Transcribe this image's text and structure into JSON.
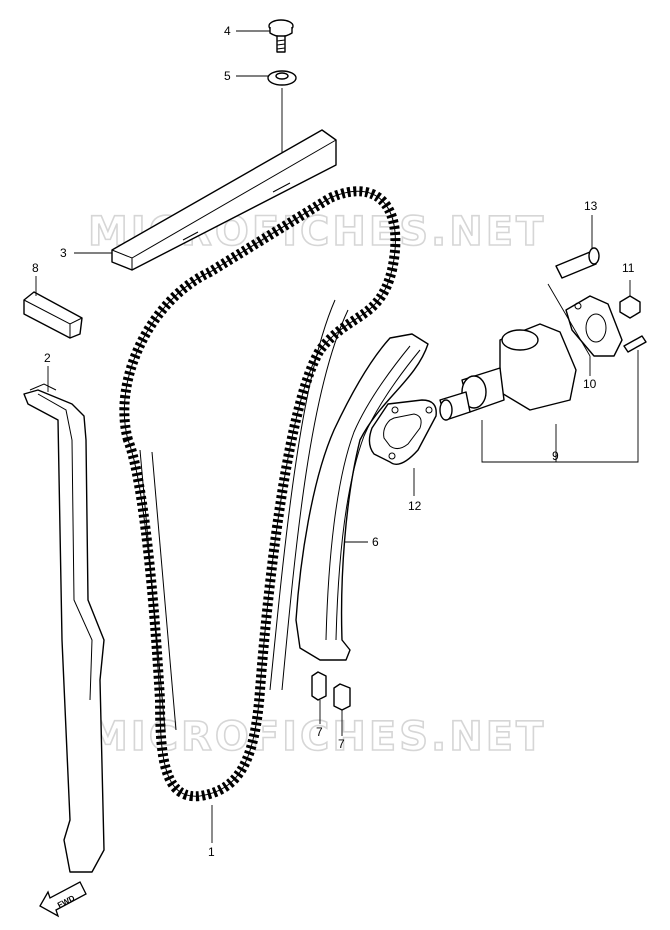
{
  "watermark": "MICROFICHES.NET",
  "fwd_label": "FWD",
  "callouts": {
    "p1": "1",
    "p2": "2",
    "p3": "3",
    "p4": "4",
    "p5": "5",
    "p6": "6",
    "p7a": "7",
    "p7b": "7",
    "p8": "8",
    "p9": "9",
    "p10": "10",
    "p11": "11",
    "p12": "12",
    "p13": "13"
  },
  "icons": {
    "fwd_arrow": "fwd-arrow-icon"
  }
}
